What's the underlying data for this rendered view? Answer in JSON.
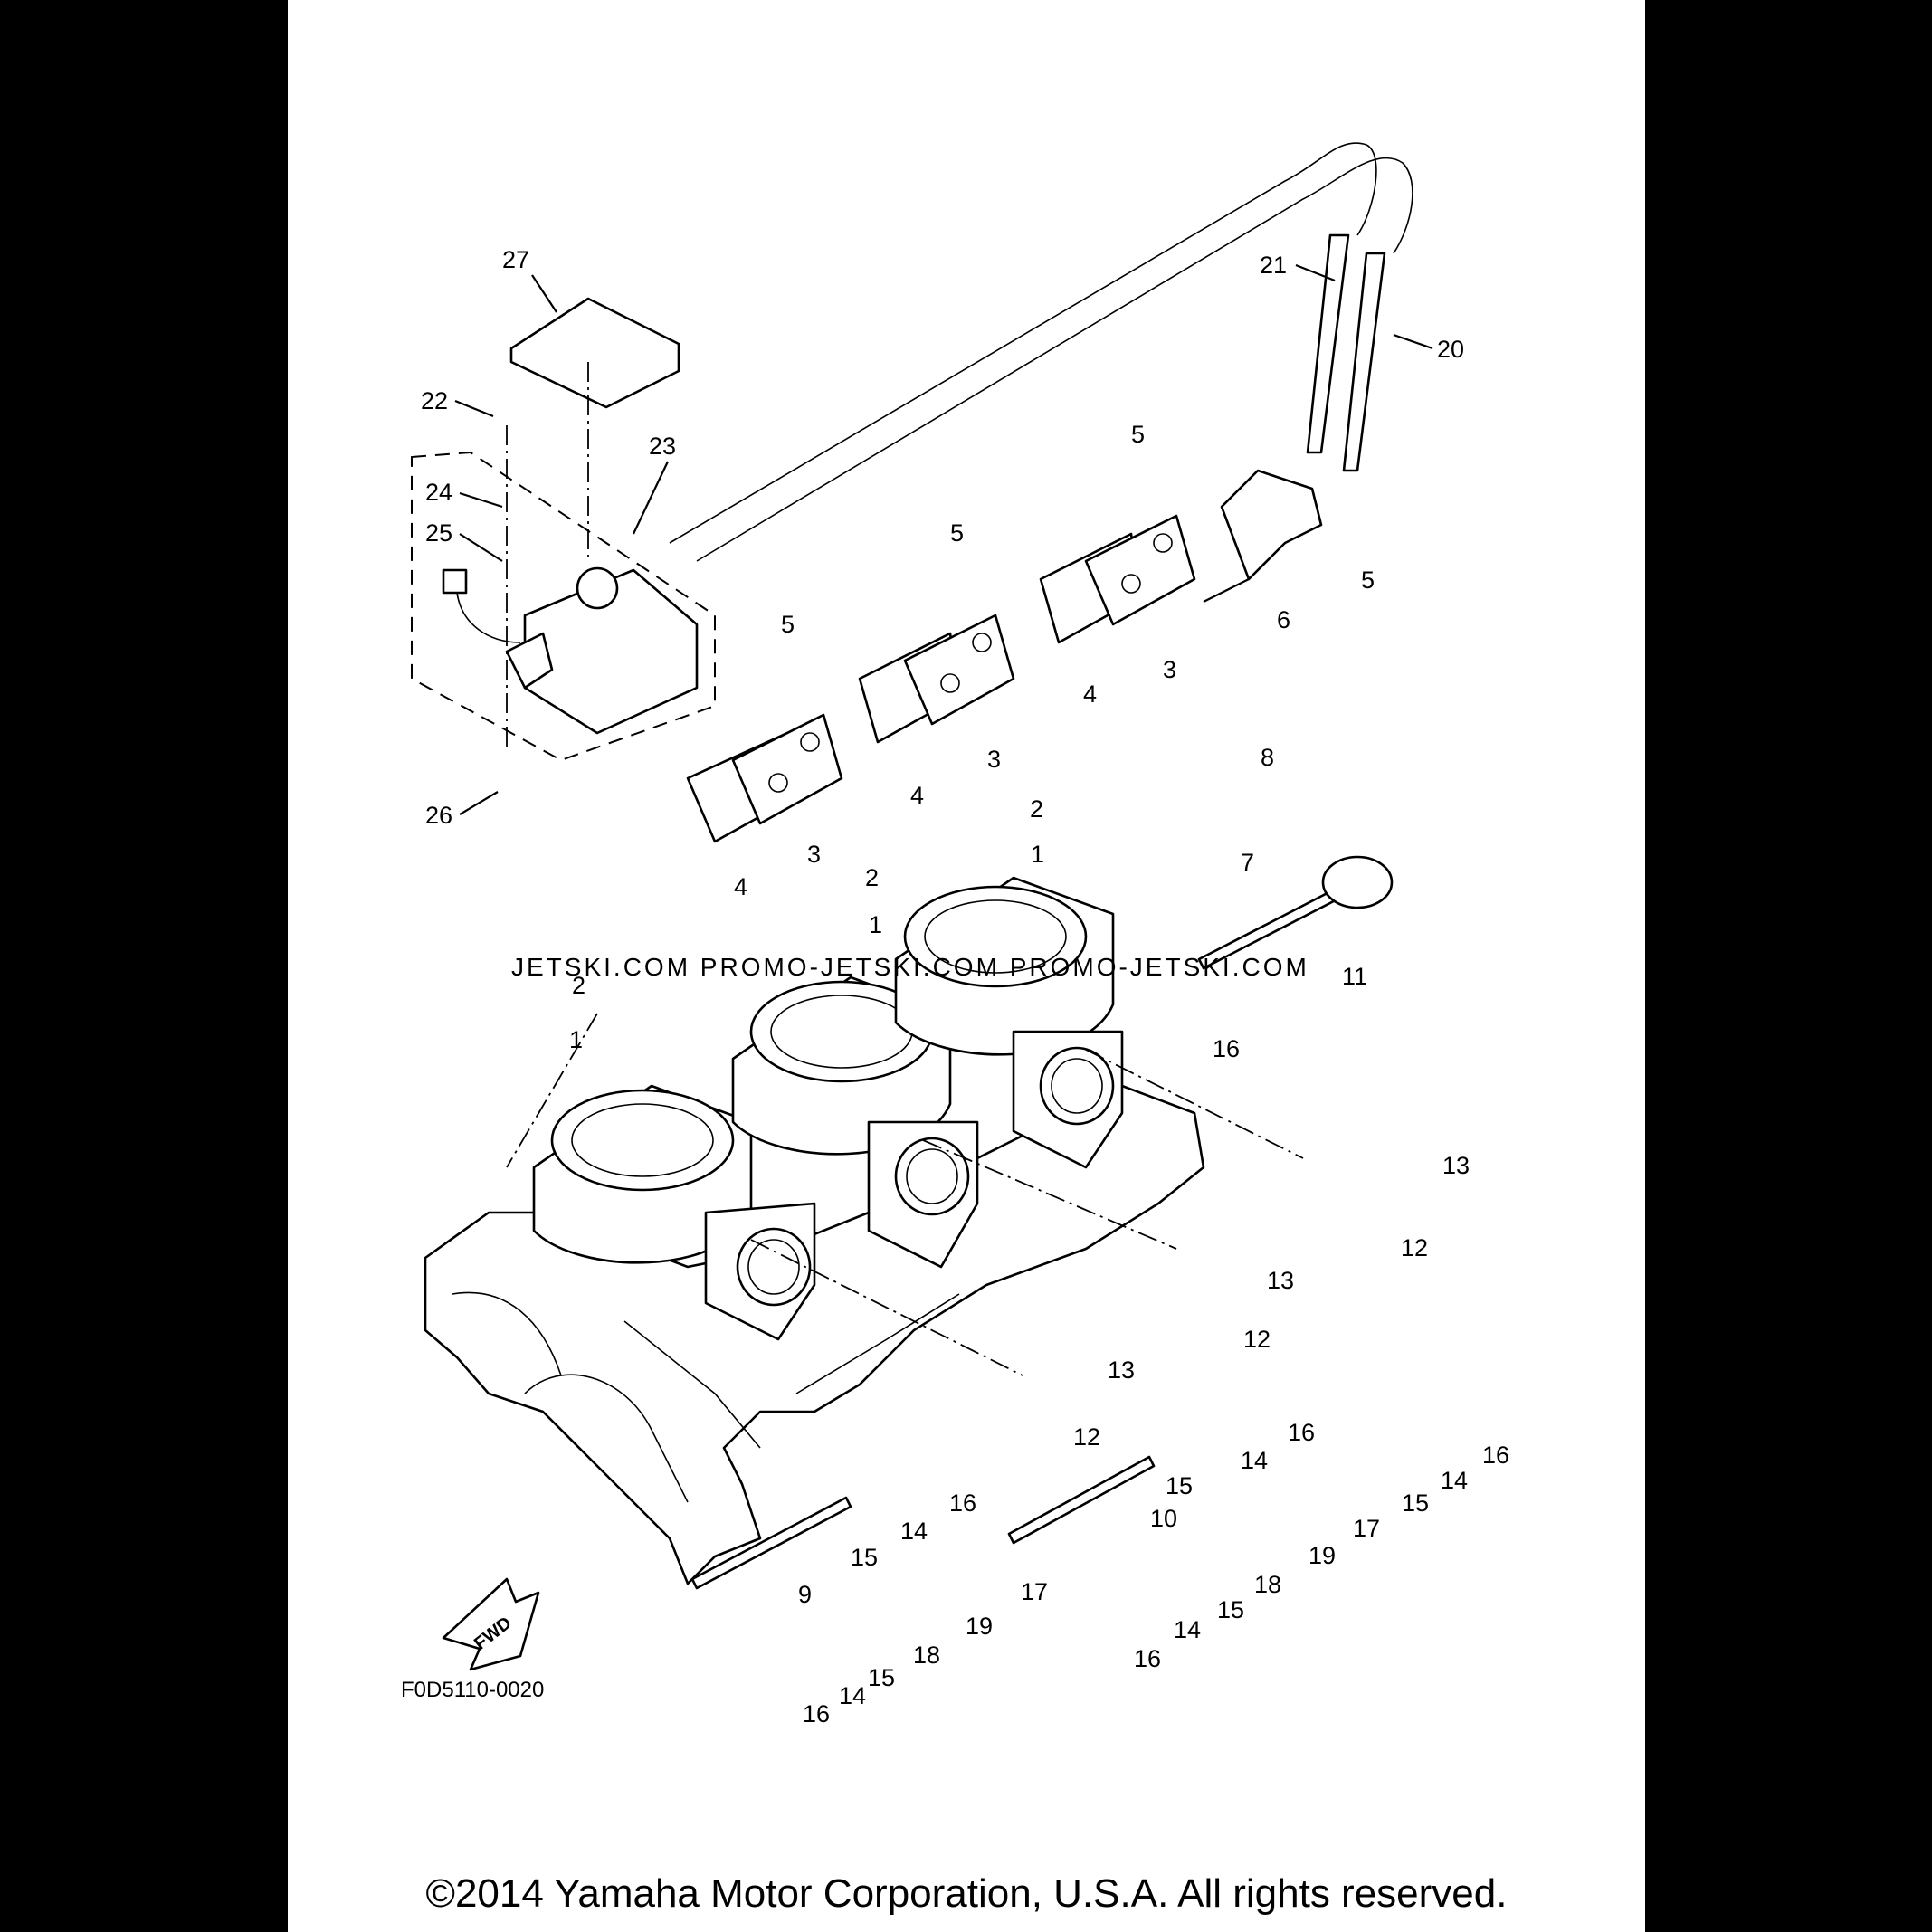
{
  "diagram": {
    "figure_code": "F0D5110-0020",
    "fwd_label": "FWD",
    "watermark": "JETSKI.COM  PROMO-JETSKI.COM  PROMO-JETSKI.COM",
    "callouts": [
      {
        "id": "c27",
        "text": "27"
      },
      {
        "id": "c22",
        "text": "22"
      },
      {
        "id": "c23",
        "text": "23"
      },
      {
        "id": "c24",
        "text": "24"
      },
      {
        "id": "c25",
        "text": "25"
      },
      {
        "id": "c26",
        "text": "26"
      },
      {
        "id": "c21",
        "text": "21"
      },
      {
        "id": "c20",
        "text": "20"
      },
      {
        "id": "c5a",
        "text": "5"
      },
      {
        "id": "c5b",
        "text": "5"
      },
      {
        "id": "c5c",
        "text": "5"
      },
      {
        "id": "c5d",
        "text": "5"
      },
      {
        "id": "c6",
        "text": "6"
      },
      {
        "id": "c3a",
        "text": "3"
      },
      {
        "id": "c3b",
        "text": "3"
      },
      {
        "id": "c3c",
        "text": "3"
      },
      {
        "id": "c4a",
        "text": "4"
      },
      {
        "id": "c4b",
        "text": "4"
      },
      {
        "id": "c4c",
        "text": "4"
      },
      {
        "id": "c8",
        "text": "8"
      },
      {
        "id": "c7",
        "text": "7"
      },
      {
        "id": "c2a",
        "text": "2"
      },
      {
        "id": "c2b",
        "text": "2"
      },
      {
        "id": "c2c",
        "text": "2"
      },
      {
        "id": "c1a",
        "text": "1"
      },
      {
        "id": "c1b",
        "text": "1"
      },
      {
        "id": "c1c",
        "text": "1"
      },
      {
        "id": "c11",
        "text": "11"
      },
      {
        "id": "c16a",
        "text": "16"
      },
      {
        "id": "c13a",
        "text": "13"
      },
      {
        "id": "c12a",
        "text": "12"
      },
      {
        "id": "c13b",
        "text": "13"
      },
      {
        "id": "c12b",
        "text": "12"
      },
      {
        "id": "c13c",
        "text": "13"
      },
      {
        "id": "c12c",
        "text": "12"
      },
      {
        "id": "c16b",
        "text": "16"
      },
      {
        "id": "c14a",
        "text": "14"
      },
      {
        "id": "c15a",
        "text": "15"
      },
      {
        "id": "c16c",
        "text": "16"
      },
      {
        "id": "c14b",
        "text": "14"
      },
      {
        "id": "c15b",
        "text": "15"
      },
      {
        "id": "c10",
        "text": "10"
      },
      {
        "id": "c17a",
        "text": "17"
      },
      {
        "id": "c17b",
        "text": "17"
      },
      {
        "id": "c18a",
        "text": "18"
      },
      {
        "id": "c18b",
        "text": "18"
      },
      {
        "id": "c19a",
        "text": "19"
      },
      {
        "id": "c19b",
        "text": "19"
      },
      {
        "id": "c16d",
        "text": "16"
      },
      {
        "id": "c14c",
        "text": "14"
      },
      {
        "id": "c15c",
        "text": "15"
      },
      {
        "id": "c9",
        "text": "9"
      },
      {
        "id": "c15d",
        "text": "15"
      },
      {
        "id": "c14d",
        "text": "14"
      },
      {
        "id": "c16e",
        "text": "16"
      },
      {
        "id": "c15e",
        "text": "15"
      },
      {
        "id": "c14e",
        "text": "14"
      },
      {
        "id": "c16f",
        "text": "16"
      }
    ]
  },
  "footer": {
    "copyright": "©2014 Yamaha Motor Corporation, U.S.A. All rights reserved."
  }
}
